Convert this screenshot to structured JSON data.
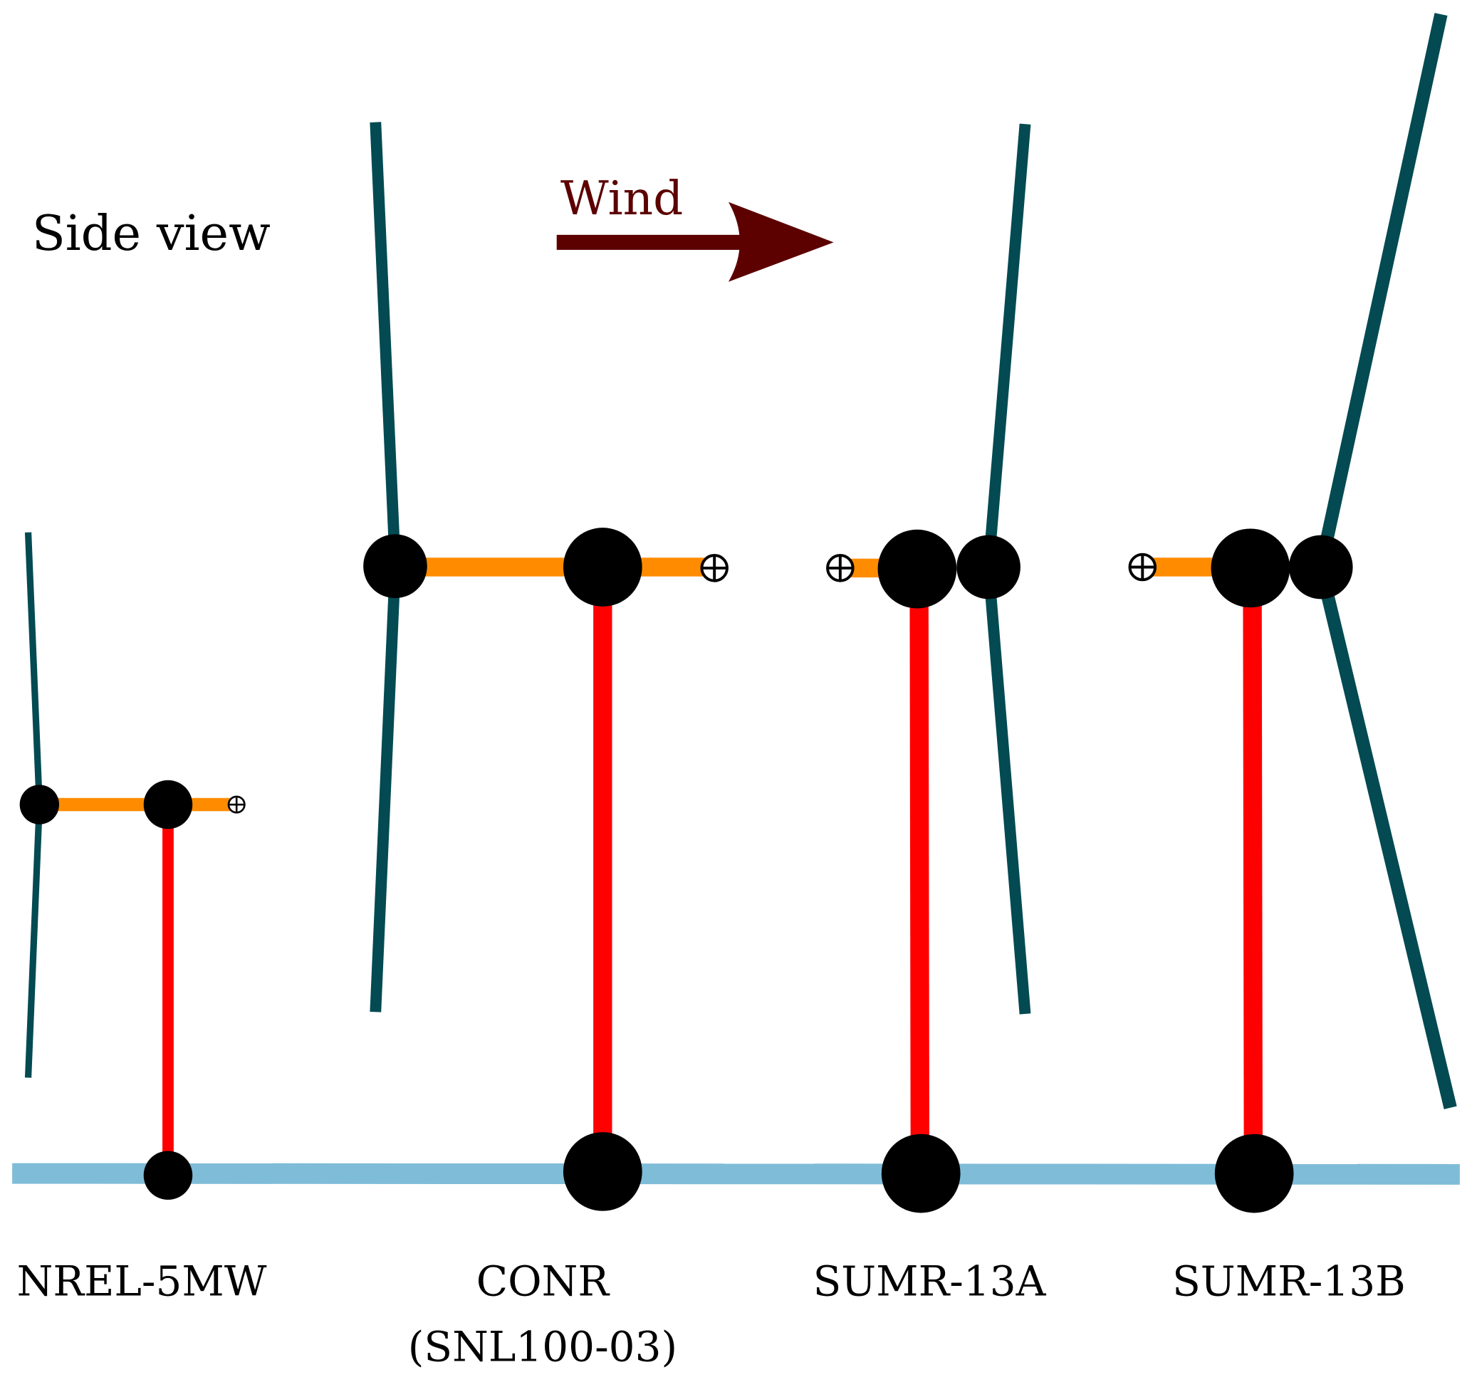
{
  "title": "Side view",
  "wind": {
    "label": "Wind",
    "color": "#5c0000"
  },
  "colors": {
    "blade": "#034a52",
    "shaft": "#ff8c00",
    "tower": "#ff0000",
    "ground": "#7fbcd8",
    "node": "#000000"
  },
  "turbines": [
    {
      "name": "NREL-5MW",
      "subname": ""
    },
    {
      "name": "CONR",
      "subname": "(SNL100-03)"
    },
    {
      "name": "SUMR-13A",
      "subname": ""
    },
    {
      "name": "SUMR-13B",
      "subname": ""
    }
  ],
  "icons": {
    "center_of_mass": "center-of-mass-icon"
  }
}
